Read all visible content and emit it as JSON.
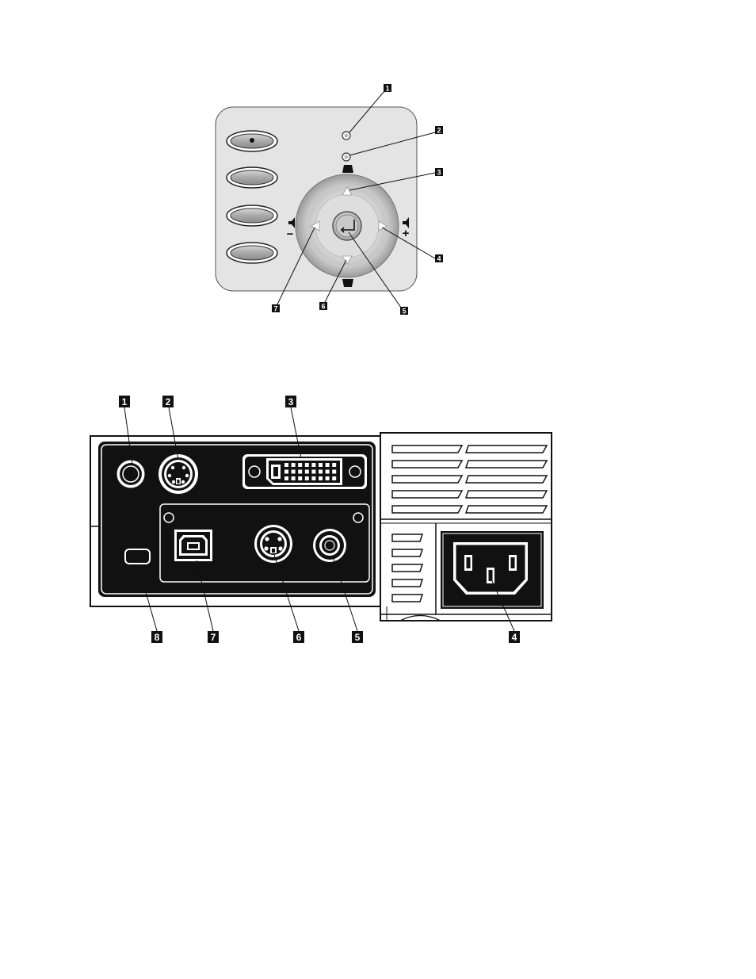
{
  "colors": {
    "panel": "#e4e4e4",
    "ink": "#111111",
    "callout_bg": "#111111",
    "callout_fg": "#ffffff"
  },
  "control_panel": {
    "callouts": [
      "1",
      "2",
      "3",
      "4",
      "5",
      "6",
      "7"
    ],
    "symbols": {
      "plus": "+",
      "minus": "−"
    },
    "icons": {
      "buttons": [
        "power-dot-icon",
        "button-icon",
        "button-icon",
        "button-icon"
      ],
      "led": "led-icon",
      "arrow_up": "triangle-up-icon",
      "arrow_down": "triangle-down-icon",
      "arrow_left": "triangle-left-icon",
      "arrow_right": "triangle-right-icon",
      "enter": "enter-icon",
      "speaker": "speaker-icon"
    }
  },
  "rear_panel": {
    "callouts": [
      "1",
      "2",
      "3",
      "4",
      "5",
      "6",
      "7",
      "8"
    ],
    "icons": {
      "audio": "audio-jack-icon",
      "mini_din": "mini-din-icon",
      "dvi": "dvi-connector-icon",
      "power": "power-inlet-icon",
      "rca": "rca-jack-icon",
      "svideo": "s-video-icon",
      "usb": "usb-b-icon",
      "lock": "security-slot-icon"
    }
  }
}
